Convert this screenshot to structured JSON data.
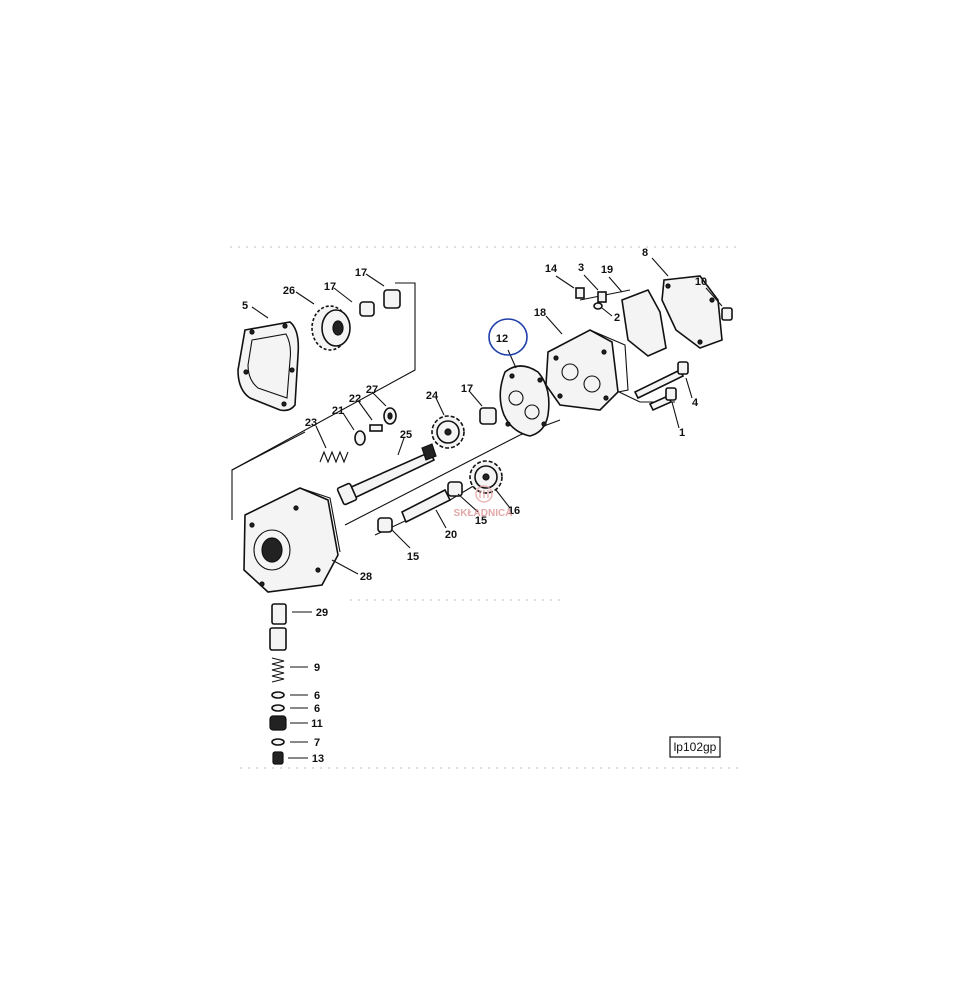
{
  "figure": {
    "reference_code": "lp102gp",
    "highlighted_callout": "12",
    "highlight_color": "#1f3fa8",
    "watermark": {
      "text": "SKŁADNICA",
      "color": "#d98a8a",
      "icon": "gear-logo-icon"
    }
  },
  "callouts": [
    {
      "id": "1",
      "label": "1"
    },
    {
      "id": "2",
      "label": "2"
    },
    {
      "id": "3",
      "label": "3"
    },
    {
      "id": "4",
      "label": "4"
    },
    {
      "id": "5",
      "label": "5"
    },
    {
      "id": "6a",
      "label": "6"
    },
    {
      "id": "6b",
      "label": "6"
    },
    {
      "id": "7",
      "label": "7"
    },
    {
      "id": "8",
      "label": "8"
    },
    {
      "id": "9",
      "label": "9"
    },
    {
      "id": "10",
      "label": "10"
    },
    {
      "id": "11",
      "label": "11"
    },
    {
      "id": "12",
      "label": "12"
    },
    {
      "id": "13",
      "label": "13"
    },
    {
      "id": "14",
      "label": "14"
    },
    {
      "id": "15a",
      "label": "15"
    },
    {
      "id": "15b",
      "label": "15"
    },
    {
      "id": "16",
      "label": "16"
    },
    {
      "id": "17a",
      "label": "17"
    },
    {
      "id": "17b",
      "label": "17"
    },
    {
      "id": "17c",
      "label": "17"
    },
    {
      "id": "18",
      "label": "18"
    },
    {
      "id": "19",
      "label": "19"
    },
    {
      "id": "20",
      "label": "20"
    },
    {
      "id": "21",
      "label": "21"
    },
    {
      "id": "22",
      "label": "22"
    },
    {
      "id": "23",
      "label": "23"
    },
    {
      "id": "24",
      "label": "24"
    },
    {
      "id": "25",
      "label": "25"
    },
    {
      "id": "26",
      "label": "26"
    },
    {
      "id": "27",
      "label": "27"
    },
    {
      "id": "28",
      "label": "28"
    },
    {
      "id": "29",
      "label": "29"
    }
  ]
}
